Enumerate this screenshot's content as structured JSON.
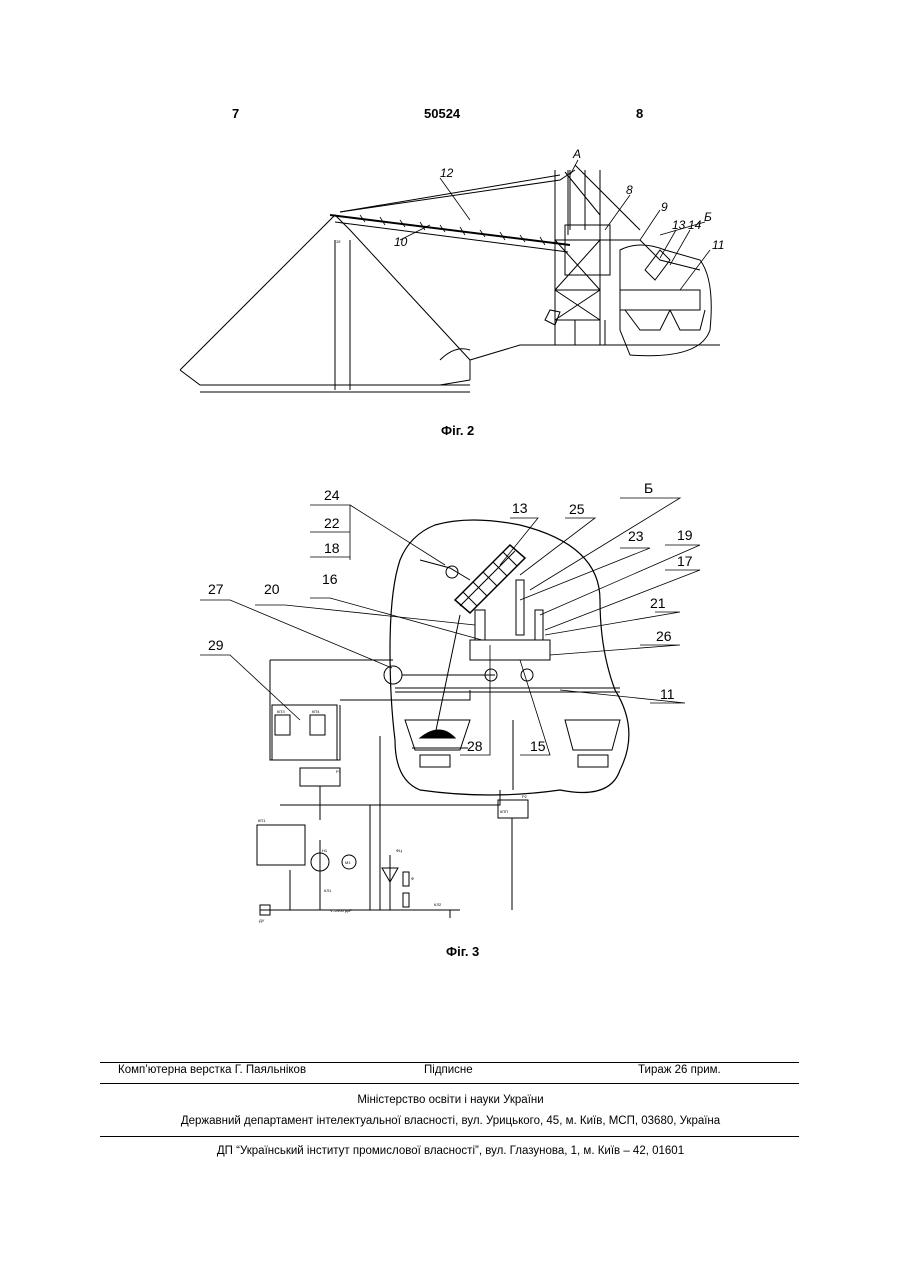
{
  "header": {
    "page_left": "7",
    "patent_number": "50524",
    "page_right": "8"
  },
  "fig2": {
    "caption": "Фіг. 2",
    "labels": [
      "А",
      "8",
      "9",
      "12",
      "13",
      "14",
      "Б",
      "11",
      "10",
      "35"
    ]
  },
  "fig3": {
    "caption": "Фіг. 3",
    "labels": [
      "24",
      "22",
      "18",
      "13",
      "25",
      "Б",
      "23",
      "19",
      "17",
      "27",
      "20",
      "16",
      "21",
      "26",
      "29",
      "11",
      "28",
      "15"
    ],
    "small_labels": [
      "КПЗ",
      "КП4",
      "КПП",
      "КП1",
      "Н1",
      "М1",
      "КЛ1",
      "КЛ2",
      "ДУ",
      "V=2400 дм³",
      "Р1",
      "Р2",
      "ФЦ",
      "Ф"
    ]
  },
  "footer": {
    "layout": "Комп’ютерна верстка Г. Паяльніков",
    "signed": "Підписне",
    "circulation": "Тираж 26 прим.",
    "ministry": "Міністерство освіти і науки України",
    "department": "Державний департамент інтелектуальної власності, вул. Урицького, 45, м. Київ, МСП, 03680, Україна",
    "institute": "ДП “Український інститут промислової власності”, вул. Глазунова, 1, м. Київ – 42, 01601"
  }
}
